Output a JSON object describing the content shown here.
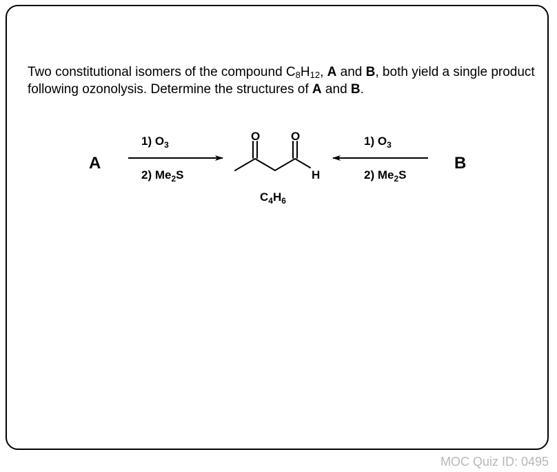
{
  "question": {
    "part1": "Two constitutional isomers of the compound C",
    "sub1": "8",
    "part2": "H",
    "sub2": "12",
    "part3": ", ",
    "bold_a": "A",
    "part4": " and ",
    "bold_b": "B",
    "part5": ", both yield a single product following ozonolysis. Determine the structures of ",
    "bold_a2": "A",
    "part6": " and ",
    "bold_b2": "B",
    "part7": "."
  },
  "scheme": {
    "reactant_a": "A",
    "reactant_b": "B",
    "left_reagent_1": "1) O",
    "left_reagent_1_sub": "3",
    "left_reagent_2": "2) Me",
    "left_reagent_2_sub": "2",
    "left_reagent_2_tail": "S",
    "right_reagent_1": "1) O",
    "right_reagent_1_sub": "3",
    "right_reagent_2": "2) Me",
    "right_reagent_2_sub": "2",
    "right_reagent_2_tail": "S",
    "oxygen_1": "O",
    "oxygen_2": "O",
    "hydrogen": "H",
    "formula_c": "C",
    "formula_c_sub": "4",
    "formula_h": "H",
    "formula_h_sub": "6"
  },
  "footer": {
    "quiz_id": "MOC Quiz ID: 0495"
  },
  "colors": {
    "border": "#000000",
    "footer_text": "#b7b7b7"
  }
}
